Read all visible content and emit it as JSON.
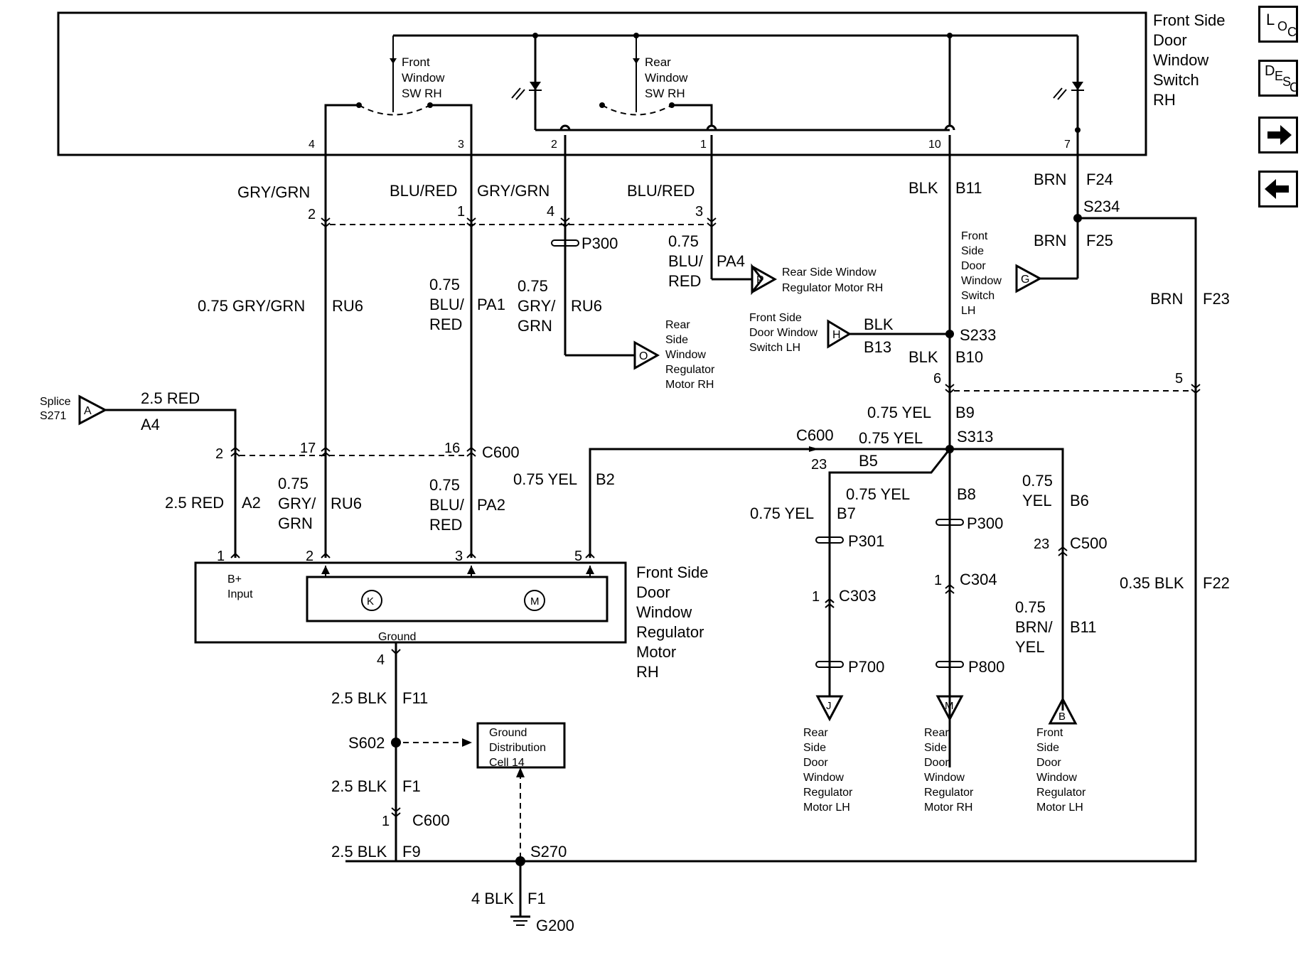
{
  "nav": {
    "loc": "LOC",
    "desc": "DESC"
  },
  "switch_box": {
    "title": [
      "Front Side",
      "Door",
      "Window",
      "Switch",
      "RH"
    ],
    "front_switch": [
      "Front",
      "Window",
      "SW RH"
    ],
    "rear_switch": [
      "Rear",
      "Window",
      "SW RH"
    ],
    "pins": [
      "4",
      "3",
      "2",
      "1",
      "10",
      "7"
    ]
  },
  "motor_box": {
    "title": [
      "Front Side",
      "Door",
      "Window",
      "Regulator",
      "Motor",
      "RH"
    ],
    "bplus": [
      "B+",
      "Input"
    ],
    "ground": "Ground",
    "k": "K",
    "m": "M",
    "pins": [
      "1",
      "2",
      "3",
      "5",
      "4"
    ]
  },
  "gdc": [
    "Ground",
    "Distribution",
    "Cell 14"
  ],
  "labels": {
    "gry_grn": "GRY/GRN",
    "blu_red": "BLU/RED",
    "blk": "BLK",
    "brn": "BRN",
    "yel": "YEL",
    "red": "RED",
    "v075": "0.75",
    "v075_gry_grn": "0.75 GRY/GRN",
    "v075_yel": "0.75 YEL",
    "v25_red": "2.5 RED",
    "v25_blk": "2.5 BLK",
    "v4_blk": "4 BLK",
    "v035_blk": "0.35 BLK",
    "blu_slash": "BLU/",
    "gry_slash": "GRY/",
    "brn_slash": "BRN/",
    "red_w": "RED",
    "grn_w": "GRN",
    "yel_w": "YEL",
    "blk_w": "BLK"
  },
  "circuits": {
    "RU6": "RU6",
    "PA1": "PA1",
    "PA2": "PA2",
    "PA4": "PA4",
    "B11": "B11",
    "B13": "B13",
    "B10": "B10",
    "B9": "B9",
    "B5": "B5",
    "B2": "B2",
    "B7": "B7",
    "B8": "B8",
    "B6": "B6",
    "F24": "F24",
    "F25": "F25",
    "F23": "F23",
    "F22": "F22",
    "F11": "F11",
    "F1": "F1",
    "F9": "F9",
    "A4": "A4",
    "A2": "A2"
  },
  "connectors": {
    "P300": "P300",
    "P301": "P301",
    "P700": "P700",
    "P800": "P800",
    "C600": "C600",
    "C303": "C303",
    "C304": "C304",
    "C500": "C500",
    "S234": "S234",
    "S233": "S233",
    "S313": "S313",
    "S602": "S602",
    "S270": "S270",
    "G200": "G200",
    "S271": "S271"
  },
  "pin_numbers": {
    "p2": "2",
    "p1": "1",
    "p4": "4",
    "p3": "3",
    "p6": "6",
    "p5": "5",
    "p17": "17",
    "p16": "16",
    "p23": "23"
  },
  "refs": {
    "splice": {
      "letter": "A",
      "label": [
        "Splice",
        "S271"
      ]
    },
    "P": {
      "letter": "P",
      "label": [
        "Rear Side Window",
        "Regulator Motor RH"
      ]
    },
    "O": {
      "letter": "O",
      "label": [
        "Rear",
        "Side",
        "Window",
        "Regulator",
        "Motor RH"
      ]
    },
    "G": {
      "letter": "G",
      "label": [
        "Front",
        "Side",
        "Door",
        "Window",
        "Switch",
        "LH"
      ]
    },
    "H": {
      "letter": "H",
      "label": [
        "Front Side",
        "Door Window",
        "Switch LH"
      ]
    },
    "J": {
      "letter": "J",
      "label": [
        "Rear",
        "Side",
        "Door",
        "Window",
        "Regulator",
        "Motor LH"
      ]
    },
    "M": {
      "letter": "M",
      "label": [
        "Rear",
        "Side",
        "Door",
        "Window",
        "Regulator",
        "Motor RH"
      ]
    },
    "B": {
      "letter": "B",
      "label": [
        "Front",
        "Side",
        "Door",
        "Window",
        "Regulator",
        "Motor LH"
      ]
    }
  }
}
